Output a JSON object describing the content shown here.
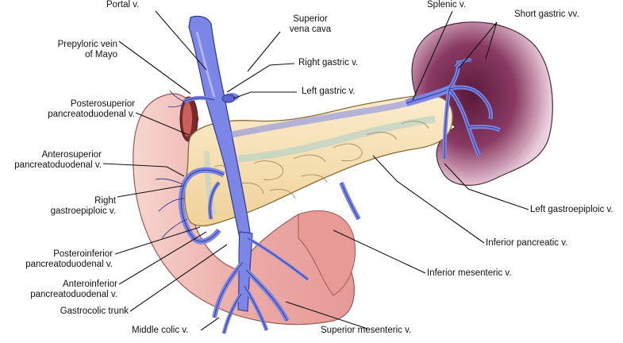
{
  "diagram": {
    "labels": {
      "portal_v": "Portal v.",
      "superior_vena_cava_1": "Superior",
      "superior_vena_cava_2": "vena cava",
      "splenic_v": "Splenic v.",
      "short_gastric_vv": "Short gastric vv.",
      "prepyloric_vein_1": "Prepyloric vein",
      "prepyloric_vein_2": "of Mayo",
      "right_gastric_v": "Right gastric v.",
      "left_gastric_v": "Left gastric v.",
      "posterosuperior_1": "Posterosuperior",
      "posterosuperior_2": "pancreatoduodenal v.",
      "anterosuperior_1": "Anterosuperior",
      "anterosuperior_2": "pancreatoduodenal v.",
      "right_gastroepiploic_1": "Right",
      "right_gastroepiploic_2": "gastroepiploic v.",
      "left_gastroepiploic_v": "Left gastroepiploic v.",
      "inferior_pancreatic_v": "Inferior pancreatic v.",
      "posteroinferior_1": "Posteroinferior",
      "posteroinferior_2": "pancreatoduodenal v.",
      "anteroinferior_1": "Anteroinferior",
      "anteroinferior_2": "pancreatoduodenal v.",
      "inferior_mesenteric_v": "Inferior mesenteric v.",
      "gastrocolic_trunk": "Gastrocolic trunk",
      "middle_colic_v": "Middle colic v.",
      "superior_mesenteric_v": "Superior mesenteric v."
    },
    "colors": {
      "vein": "#7b86e6",
      "vein_outline": "#2f3a8c",
      "pancreas": "#f3dca2",
      "pancreas_outline": "#8a6c3a",
      "duodenum": "#f0b9b4",
      "spleen": "#6e2a4c",
      "leader_line": "#111111"
    }
  }
}
